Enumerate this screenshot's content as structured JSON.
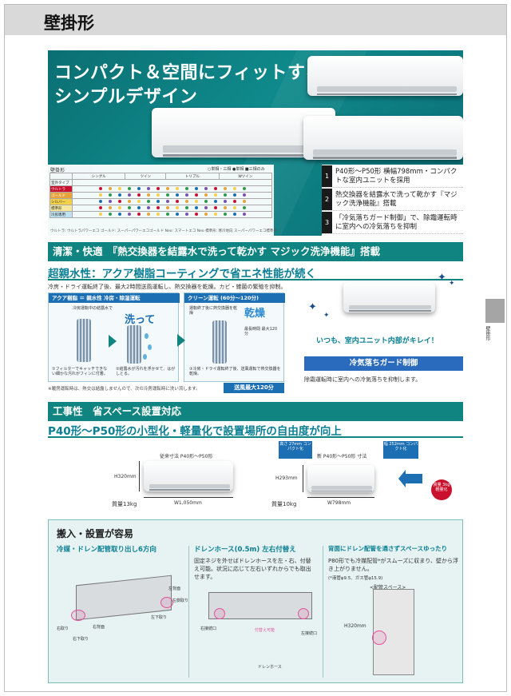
{
  "header": {
    "title": "壁掛形"
  },
  "hero": {
    "title_line1": "コンパクト＆空間にフィットする",
    "title_line2": "シンプルデザイン",
    "lineup": {
      "label": "壁掛形",
      "legend": "○単相・三相 ●単相 ■三相のみ",
      "groups": [
        "シングル",
        "ツイン",
        "トリプル",
        "Wツイン"
      ],
      "row_labels": [
        "室外タイプ",
        "ウルトラ",
        "ゴールド",
        "シルバー",
        "標準形",
        "冷房専用"
      ],
      "footer": "ウルトラ: ウルトラパワーエコ ゴールド: スーパーパワーエコゴールド Neo: スマートエコ Neo 標準形: 寒冷地向 スーパーパワーエコ標準形"
    },
    "features": [
      {
        "num": "1",
        "text": "P40形〜P50形 横幅798mm・コンパクトな室内ユニットを採用"
      },
      {
        "num": "2",
        "text": "熱交換器を結露水で洗って乾かす『マジック洗浄機能』搭載"
      },
      {
        "num": "3",
        "text": "「冷気落ちガード制御」で、除霜運転時に室内への冷気落ちを抑制"
      }
    ]
  },
  "section1": {
    "bar": "清潔・快適　『熱交換器を結露水で洗って乾かす マジック洗浄機能』搭載",
    "heading": "超親水性：アクア樹脂コーティングで省エネ性能が続く",
    "body": "冷房・ドライ運転終了後、最大2時間送風運転し、熱交換器を乾燥。カビ・雑菌の繁殖を抑制。",
    "diag_a_head": "アクア樹脂 ＝ 親水性 冷房・除湿運転",
    "diag_a_sub": "冷房運転中の結露水で",
    "diag_a_word": "洗って",
    "diag_a_cap1": "①フィルターでキャッチできない細かな汚れがフィンに付着。",
    "diag_a_cap2": "②結露水が汚れを浮かせて、はがしとる。",
    "diag_b_head": "クリーン運転 (60分〜120分)",
    "diag_b_sub": "運転終了後に熱交換器を乾燥",
    "diag_b_word": "乾燥",
    "diag_b_side": "最長時間 最大120分",
    "diag_b_cap": "③冷房・ドライ運転終了後、送風運転で熱交換器を乾燥。",
    "note": "※暖房運転時は、熱交は結露しませんので、次の冷房運転時に洗い流します。",
    "badge": "送風最大120分",
    "right_caption": "いつも、室内ユニット内部がキレイ！",
    "right_label": "冷気落ちガード制御",
    "right_body": "除霜運転時に室内への冷気落ちを抑制します。"
  },
  "side_tab": {
    "text": "壁掛形"
  },
  "section2": {
    "bar": "工事性　省スペース設置対応",
    "heading": "P40形〜P50形の小型化・軽量化で設置場所の自由度が向上",
    "old_label": "従来寸法 P40形〜P50形",
    "old_height": "H320mm",
    "old_width": "W1,050mm",
    "old_weight": "質量13kg",
    "new_label": "新 P40形〜P50形 寸法",
    "new_height": "H293mm",
    "new_width": "W798mm",
    "new_weight": "質量10kg",
    "cap_height": "高さ 27mm コンパクト化",
    "cap_width": "幅 252mm コンパクト化",
    "weight_badge": "質量 3kg 軽量化"
  },
  "bottom": {
    "title": "搬入・設置が容易",
    "col1_title": "冷媒・ドレン配管取り出し6方向",
    "col1_labels": [
      "左背面",
      "左側取り",
      "左下取り",
      "右取り",
      "右背面",
      "右下取り"
    ],
    "col2_title": "ドレンホース(0.5m) 左右付替え",
    "col2_text": "固定ネジを外せばドレンホースを左・右、付替え可能。状況に応じて左右いずれからでも取出せます。",
    "col2_labels": [
      "右接続口",
      "左接続口",
      "付替え可能",
      "ドレンホース"
    ],
    "col3_title": "背面にドレン配管を通さずスペースゆったり",
    "col3_text": "P80形でも冷媒配管*がスムーズに収まり、壁から浮き上がりません。",
    "col3_note": "(*液管φ9.5、ガス管φ15.9)",
    "col3_space": "<配管スペース>",
    "col3_height": "H320mm"
  },
  "colors": {
    "teal": "#0f8480",
    "blue": "#1d6fb3",
    "red": "#c9102c",
    "heading": "#0a7f93"
  }
}
